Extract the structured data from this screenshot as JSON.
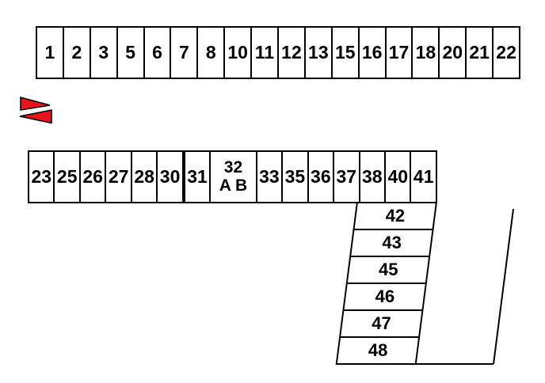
{
  "top_row": {
    "cells": [
      "1",
      "2",
      "3",
      "5",
      "6",
      "7",
      "8",
      "10",
      "11",
      "12",
      "13",
      "15",
      "16",
      "17",
      "18",
      "20",
      "21",
      "22"
    ]
  },
  "arrows": {
    "fill": "#e8141e",
    "stroke": "#000000"
  },
  "middle_row": {
    "cells_left": [
      "23",
      "25",
      "26",
      "27",
      "28",
      "30",
      "31"
    ],
    "wide_cell": {
      "line1": "32",
      "line2": "A B"
    },
    "cells_right": [
      "33",
      "35",
      "36",
      "37",
      "38",
      "40",
      "41"
    ]
  },
  "stack": {
    "cells": [
      "42",
      "43",
      "45",
      "46",
      "47",
      "48"
    ]
  },
  "colors": {
    "line": "#000000",
    "background": "#ffffff",
    "arrow_red": "#e8141e"
  }
}
